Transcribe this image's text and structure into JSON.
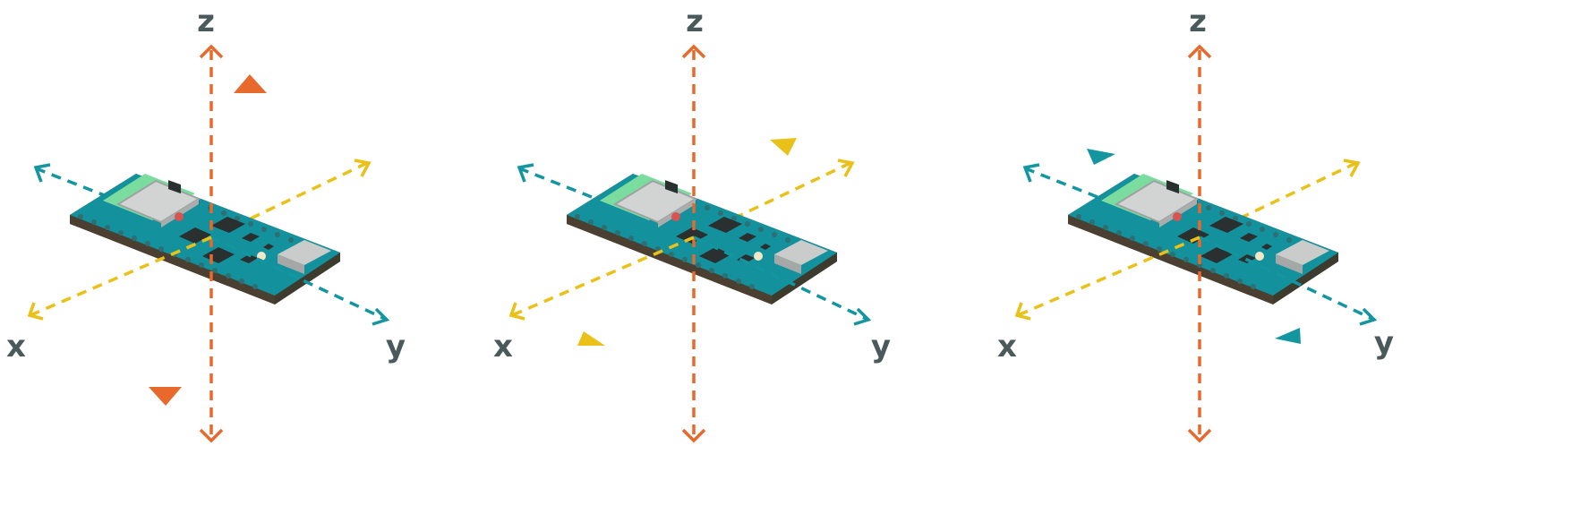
{
  "axes": {
    "z": "z",
    "x": "x",
    "y": "y"
  },
  "colors": {
    "z_axis": "#E8692C",
    "x_axis": "#E9C118",
    "y_axis": "#1396A0",
    "label": "#4A5A5C",
    "board": "#13919C",
    "board_edge": "#3D3A2E",
    "module_shield": "#D2D4D3",
    "antenna": "#7BDCA0",
    "chip": "#2A2F30"
  },
  "panels": [
    {
      "rotation_axis": "z",
      "arrow_color": "z_axis"
    },
    {
      "rotation_axis": "x",
      "arrow_color": "x_axis"
    },
    {
      "rotation_axis": "y",
      "arrow_color": "y_axis"
    }
  ]
}
